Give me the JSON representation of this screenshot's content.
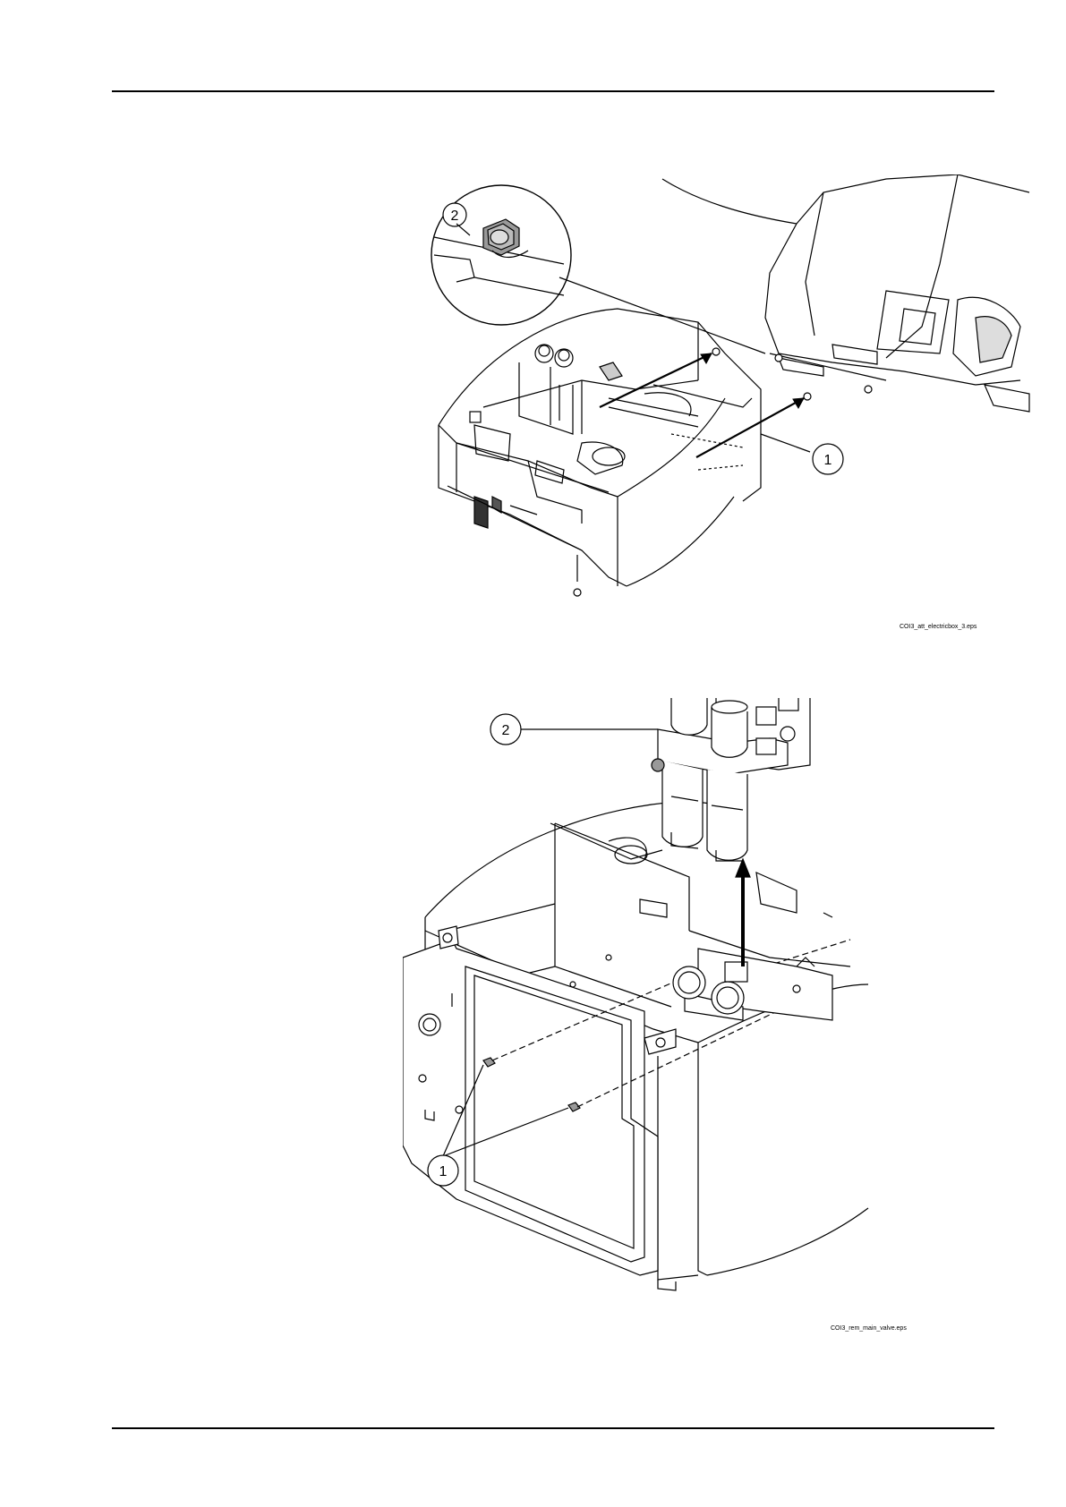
{
  "figure1": {
    "callouts": [
      "2",
      "1"
    ],
    "filename": "COI3_att_electricbox_3.eps"
  },
  "figure2": {
    "callouts": [
      "2",
      "1"
    ],
    "filename": "COI3_rem_main_valve.eps"
  }
}
